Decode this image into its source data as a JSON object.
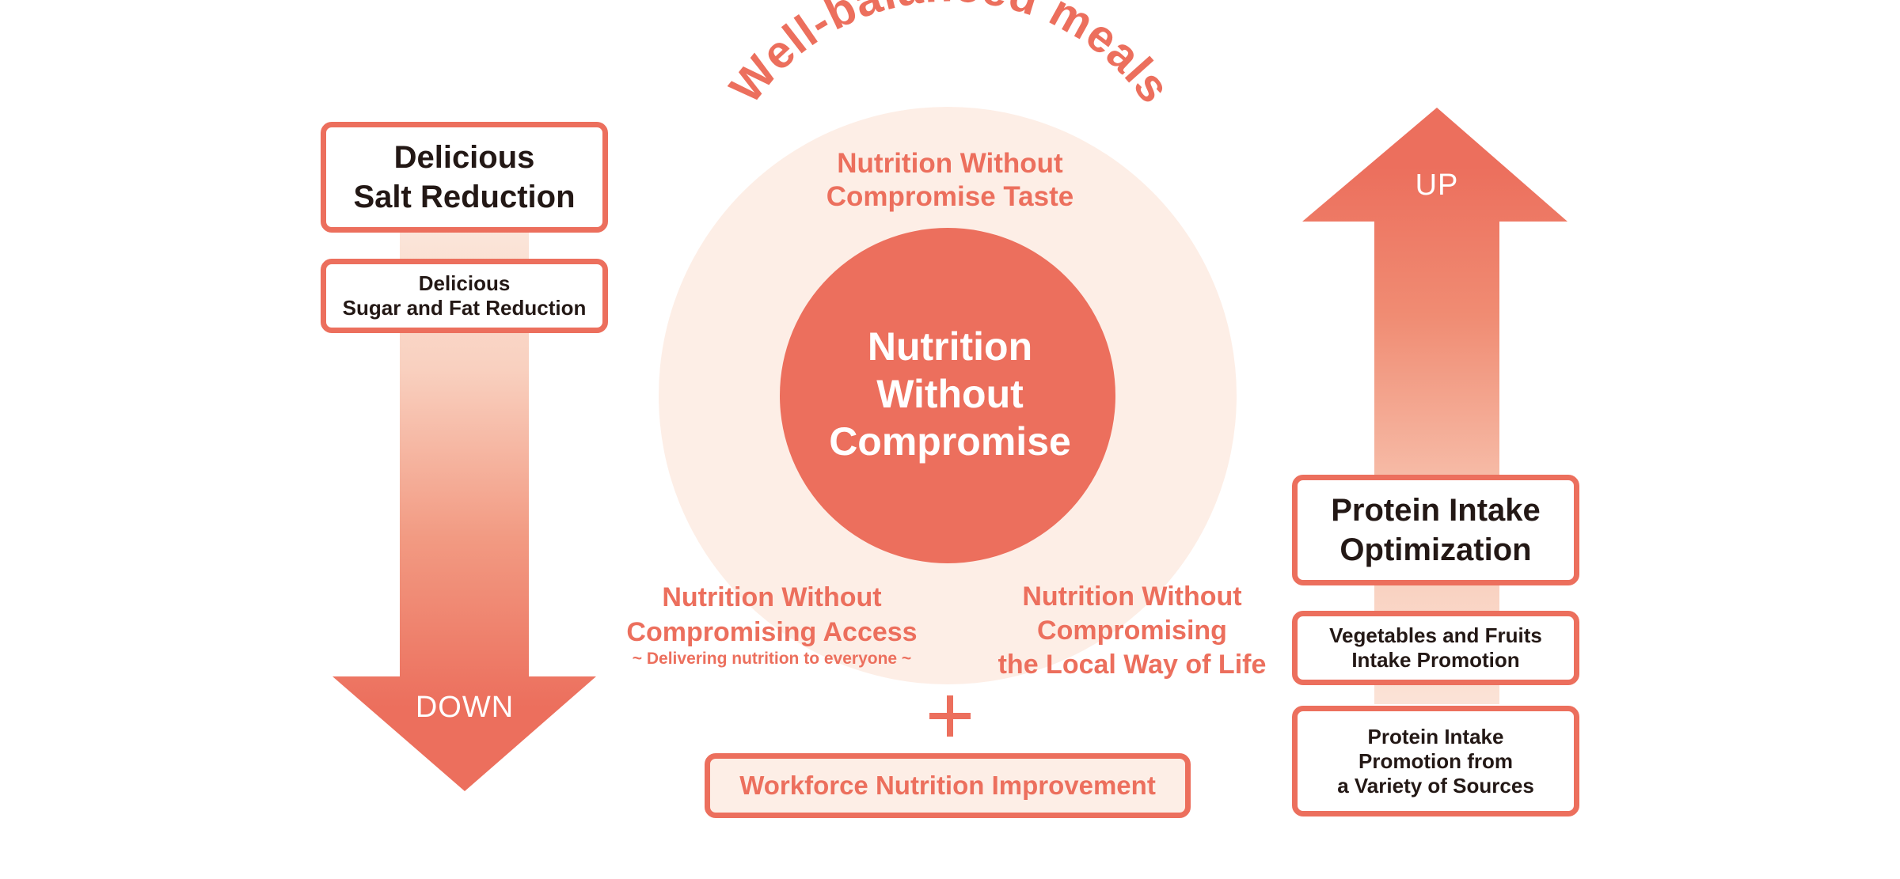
{
  "colors": {
    "accent": "#ec6f5d",
    "light_circle": "#fdeee6",
    "dark_text": "#231815"
  },
  "header": {
    "arc_title": "Well-balanced meals"
  },
  "left": {
    "box1": {
      "line1": "Delicious",
      "line2": "Salt Reduction"
    },
    "box2": {
      "line1": "Delicious",
      "line2": "Sugar and Fat Reduction"
    },
    "arrow_label": "DOWN"
  },
  "center": {
    "core": {
      "line1": "Nutrition",
      "line2": "Without",
      "line3": "Compromise"
    },
    "top": {
      "line1": "Nutrition Without",
      "line2": "Compromise Taste"
    },
    "left": {
      "line1": "Nutrition Without",
      "line2": "Compromising Access",
      "sub": "~ Delivering nutrition to everyone ~"
    },
    "right": {
      "line1": "Nutrition Without",
      "line2": "Compromising",
      "line3": "the Local Way of Life"
    },
    "plus_icon": "plus-icon",
    "workforce": "Workforce Nutrition Improvement"
  },
  "right": {
    "arrow_label": "UP",
    "box1": {
      "line1": "Protein Intake",
      "line2": "Optimization"
    },
    "box2": {
      "line1": "Vegetables and Fruits",
      "line2": "Intake Promotion"
    },
    "box3": {
      "line1": "Protein Intake",
      "line2": "Promotion from",
      "line3": "a Variety of Sources"
    }
  }
}
